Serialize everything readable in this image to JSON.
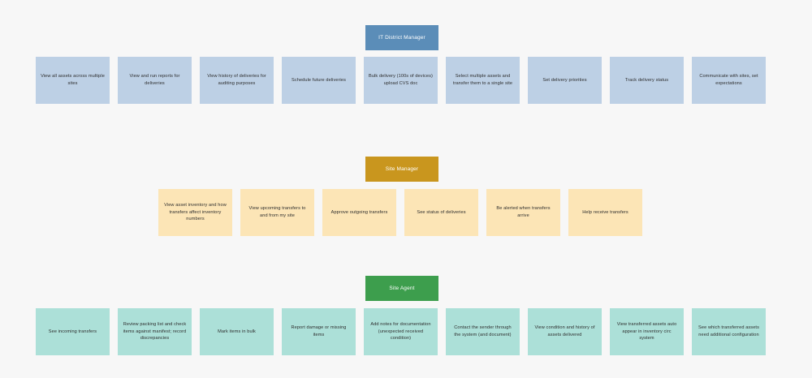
{
  "background_color": "#f7f7f7",
  "lanes": [
    {
      "id": "it-district-manager",
      "title": "IT District Manager",
      "header_color": "#5b8db8",
      "card_color": "#bdd0e5",
      "cards": [
        "View all assets across multiple sites",
        "View and run reports for deliveries",
        "View history of deliveries for auditing purposes",
        "Schedule future deliveries",
        "Bulk delivery (100s of devices) upload CVS doc",
        "Select multiple assets and transfer them to a single site",
        "Set delivery priorities",
        "Track delivery status",
        "Communicate with sites, set expectations"
      ]
    },
    {
      "id": "site-manager",
      "title": "Site Manager",
      "header_color": "#c9961e",
      "card_color": "#fce5b6",
      "cards": [
        "View asset inventory and how transfers affect inventory numbers",
        "View upcoming transfers to and from my site",
        "Approve outgoing transfers",
        "See status of deliveries",
        "Be alerted when transfers arrive",
        "Help receive transfers"
      ]
    },
    {
      "id": "site-agent",
      "title": "Site Agent",
      "header_color": "#3d9e4d",
      "card_color": "#ace0d8",
      "cards": [
        "See incoming transfers",
        "Review packing list and check items against manifest; record discrepancies",
        "Mark items in bulk",
        "Report damage or missing items",
        "Add notes for documentation (unexpected received condition)",
        "Contact the sender through the system (and document)",
        "View condition and history of assets delivered",
        "View transferred assets auto appear in inventory circ system",
        "See which transferred assets need additional configuration"
      ]
    }
  ]
}
